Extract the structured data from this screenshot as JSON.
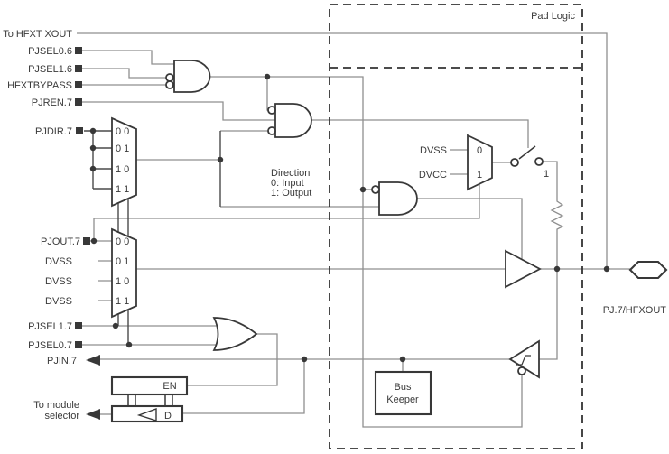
{
  "labels": {
    "to_hfxt_xout": "To HFXT XOUT",
    "pjsel0_6": "PJSEL0.6",
    "pjsel1_6": "PJSEL1.6",
    "hfxtbypass": "HFXTBYPASS",
    "pjren_7": "PJREN.7",
    "pjdir_7": "PJDIR.7",
    "pjout_7": "PJOUT.7",
    "dvss": "DVSS",
    "dvcc": "DVCC",
    "pjsel1_7": "PJSEL1.7",
    "pjsel0_7": "PJSEL0.7",
    "pjin_7": "PJIN.7",
    "to_module_line1": "To module",
    "to_module_line2": "selector",
    "direction_line1": "Direction",
    "direction_line2": "0: Input",
    "direction_line3": "1: Output",
    "pad_logic": "Pad Logic",
    "pad_name": "PJ.7/HFXOUT",
    "bus_keeper_line1": "Bus",
    "bus_keeper_line2": "Keeper",
    "latch_en": "EN",
    "latch_d": "D",
    "mux_in_00": "0 0",
    "mux_in_01": "0 1",
    "mux_in_10": "1 0",
    "mux_in_11": "1 1",
    "pull_mux_0": "0",
    "pull_mux_1": "1",
    "switch_position_1": "1"
  },
  "colors": {
    "background": "#ffffff",
    "wire_gray": "#8f8f8f",
    "component": "#383838",
    "text": "#3a3a3a"
  }
}
